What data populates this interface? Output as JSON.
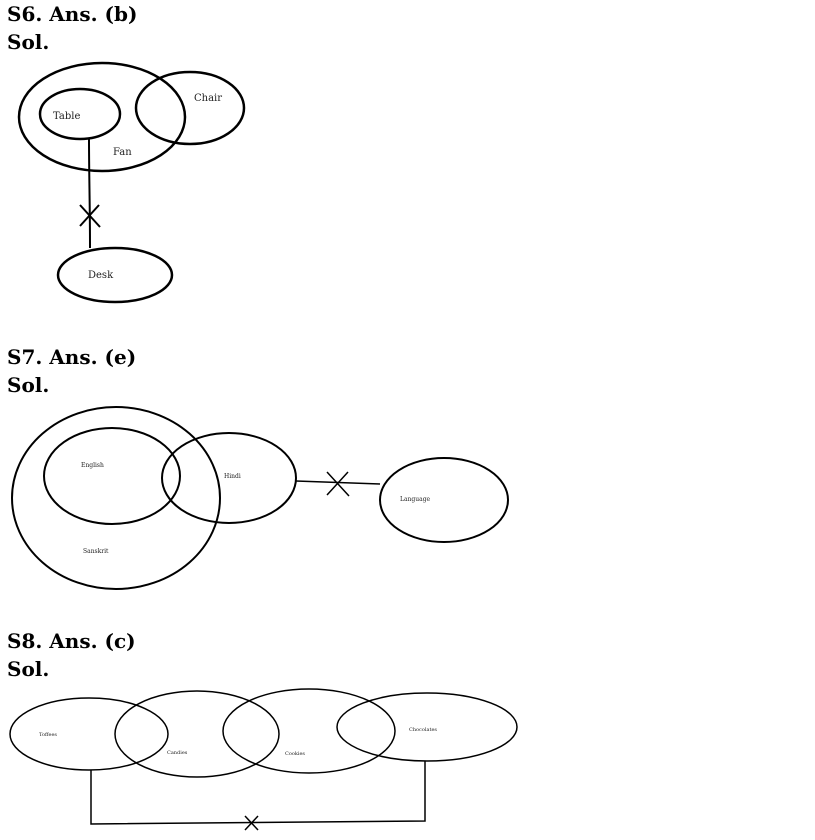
{
  "s6": {
    "answer": "S6. Ans. (b)",
    "sol": "Sol.",
    "labels": {
      "table": "Table",
      "chair": "Chair",
      "fan": "Fan",
      "desk": "Desk"
    }
  },
  "s7": {
    "answer": "S7. Ans. (e)",
    "sol": "Sol.",
    "labels": {
      "english": "English",
      "hindi": "Hindi",
      "sanskrit": "Sanskrit",
      "language": "Language"
    }
  },
  "s8": {
    "answer": "S8. Ans. (c)",
    "sol": "Sol.",
    "labels": {
      "toffees": "Toffees",
      "candies": "Candies",
      "cookies": "Cookies",
      "chocolates": "Chocolates"
    }
  }
}
